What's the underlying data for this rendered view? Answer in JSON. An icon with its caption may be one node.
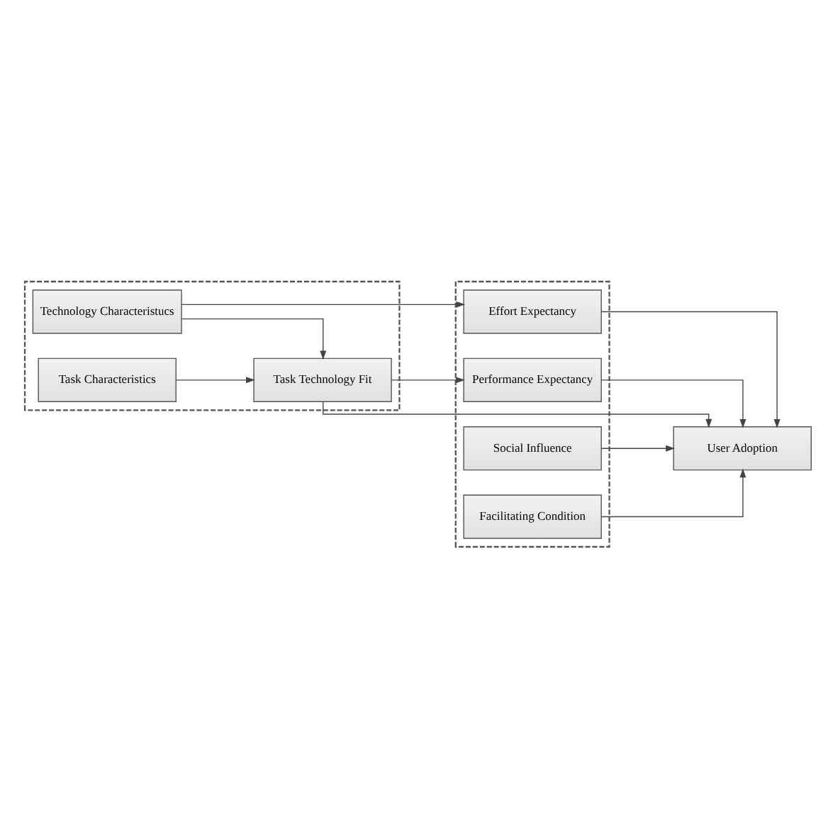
{
  "diagram": {
    "nodes": [
      {
        "text": [],
        "shape": "box"
      },
      {
        "text": [
          "Task Characteristics"
        ],
        "in": 0
      },
      {
        "text": [
          "Technology Characteristucs"
        ],
        "in": 0
      },
      {
        "text": [
          "Task Technology Fit"
        ],
        "in": 0
      },
      {
        "text": [],
        "shape": "box"
      },
      {
        "text": [
          "Performance Expectancy"
        ],
        "in": 4
      },
      {
        "text": [
          "Effort Expectancy"
        ],
        "in": 4
      },
      {
        "text": [
          "Social Influence"
        ],
        "in": 4
      },
      {
        "text": [
          "Facilitating Condition"
        ],
        "in": 4
      },
      {
        "text": [
          "User Adoption"
        ]
      }
    ],
    "edges": [
      {
        "from": 1,
        "to": 3,
        "arrow": "to"
      },
      {
        "from": 2,
        "to": 3,
        "arrow": "to"
      },
      {
        "from": 2,
        "to": 6,
        "arrow": "to"
      },
      {
        "from": 3,
        "to": 5,
        "arrow": "to"
      },
      {
        "from": 3,
        "to": 9,
        "arrow": "to"
      },
      {
        "from": 5,
        "to": 9,
        "arrow": "to"
      },
      {
        "from": 6,
        "to": 9,
        "arrow": "to"
      },
      {
        "from": 7,
        "to": 9,
        "arrow": "to"
      },
      {
        "from": 8,
        "to": 9,
        "arrow": "to"
      }
    ]
  }
}
